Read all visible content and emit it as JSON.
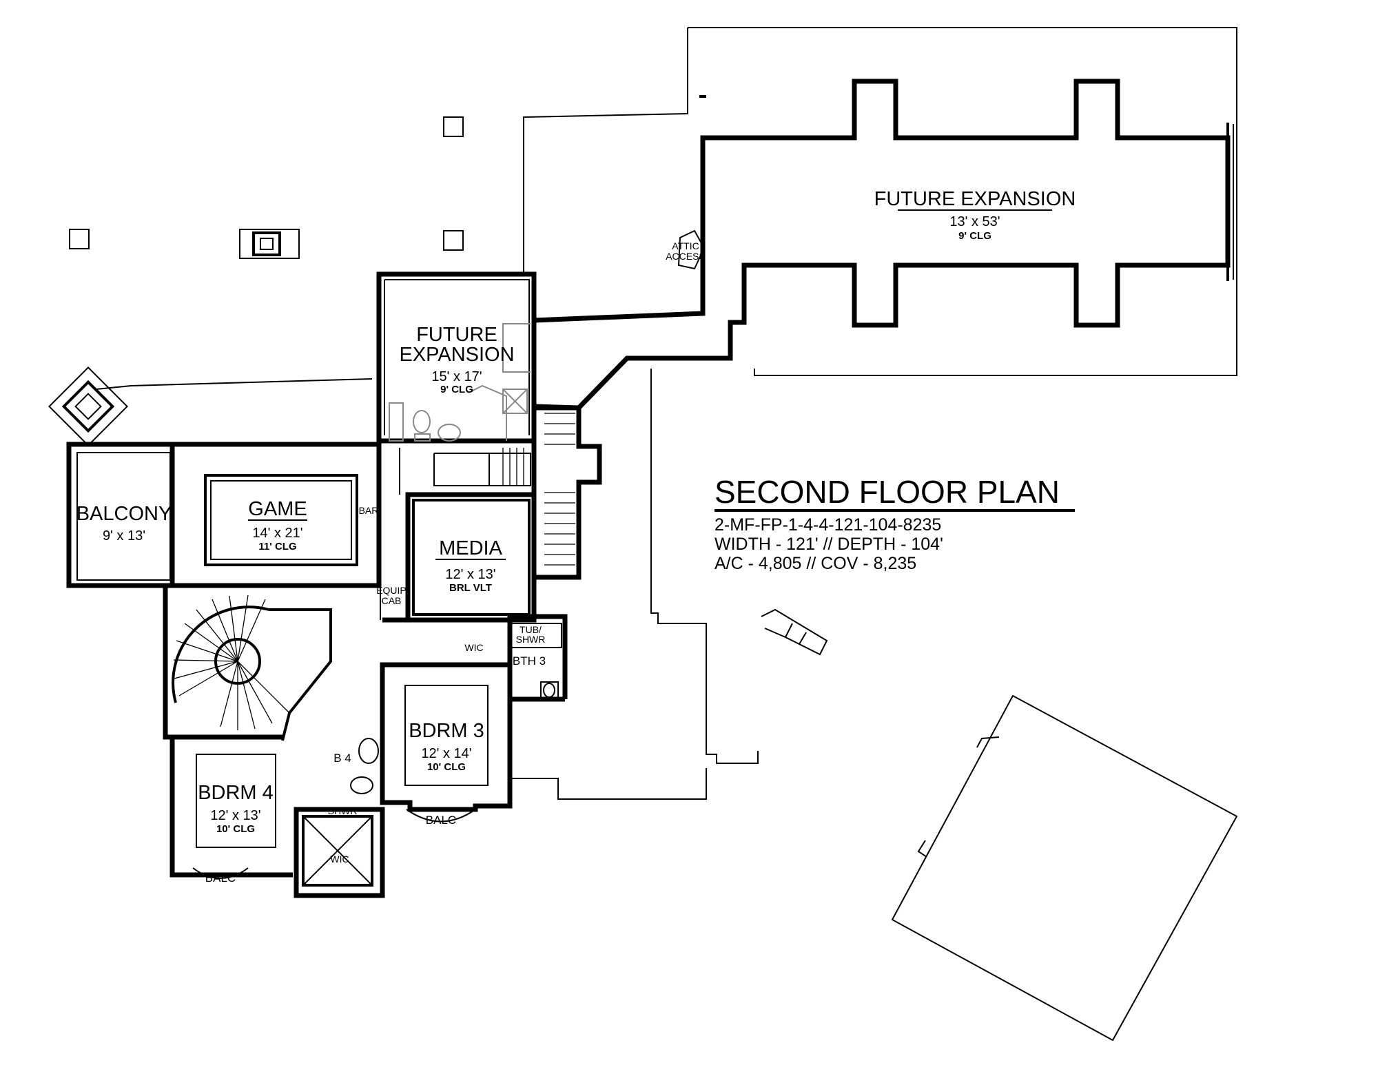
{
  "plan": {
    "title": "SECOND FLOOR PLAN",
    "spec_lines": [
      "2-MF-FP-1-4-4-121-104-8235",
      "WIDTH - 121' // DEPTH - 104'",
      "A/C - 4,805 // COV - 8,235"
    ]
  },
  "rooms": {
    "future_expansion_large": {
      "name": "FUTURE EXPANSION",
      "dims": "13' x 53'",
      "ceiling": "9' CLG"
    },
    "future_expansion_small": {
      "name_line1": "FUTURE",
      "name_line2": "EXPANSION",
      "dims": "15' x 17'",
      "ceiling": "9' CLG"
    },
    "balcony": {
      "name": "BALCONY",
      "dims": "9' x 13'"
    },
    "game": {
      "name": "GAME",
      "dims": "14' x 21'",
      "ceiling": "11' CLG"
    },
    "media": {
      "name": "MEDIA",
      "dims": "12' x 13'",
      "ceiling": "BRL VLT"
    },
    "bdrm3": {
      "name": "BDRM 3",
      "dims": "12' x 14'",
      "ceiling": "10' CLG"
    },
    "bdrm4": {
      "name": "BDRM 4",
      "dims": "12' x 13'",
      "ceiling": "10' CLG"
    }
  },
  "labels": {
    "bar": "BAR",
    "equip_line1": "EQUIP",
    "equip_line2": "CAB",
    "attic_line1": "ATTIC",
    "attic_line2": "ACCESS",
    "wic_upper": "WIC",
    "wic_lower": "WIC",
    "tub_line1": "TUB/",
    "tub_line2": "SHWR",
    "bath3": "BTH 3",
    "bath4": "B 4",
    "shower": "SHWR",
    "balc_bdrm3": "BALC",
    "balc_bdrm4": "BALC"
  }
}
